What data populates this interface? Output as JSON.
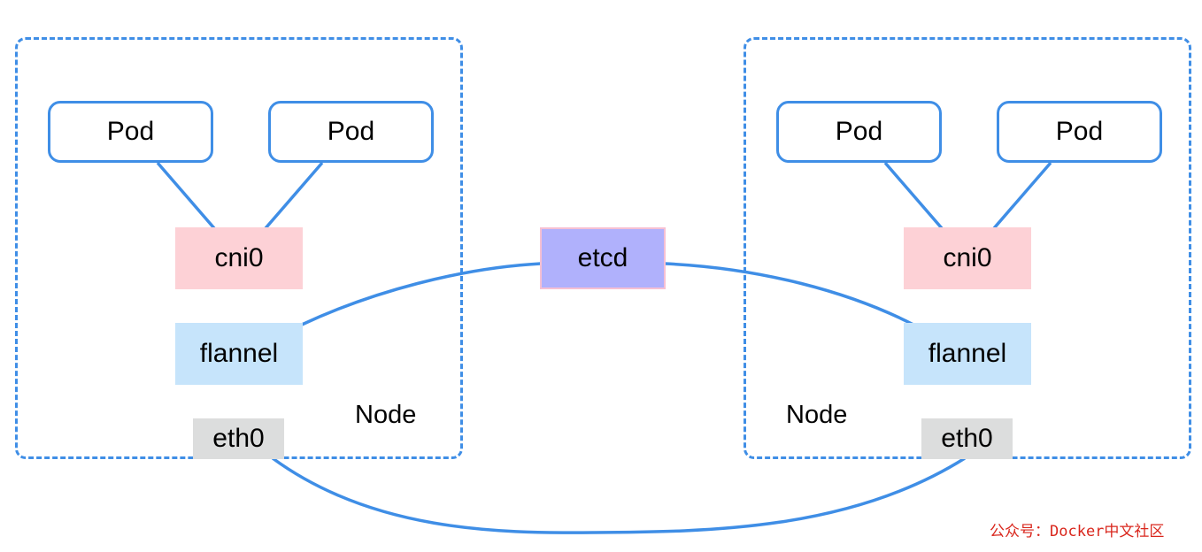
{
  "diagram": {
    "colors": {
      "stroke": "#3f8ee6",
      "cni": "#fdd1d6",
      "flannel": "#c6e4fb",
      "eth": "#dcdddd",
      "etcd": "#b0b1fc",
      "watermark": "#d9261c"
    },
    "left_node": {
      "label": "Node",
      "pods": [
        "Pod",
        "Pod"
      ],
      "cni": "cni0",
      "flannel": "flannel",
      "eth": "eth0"
    },
    "right_node": {
      "label": "Node",
      "pods": [
        "Pod",
        "Pod"
      ],
      "cni": "cni0",
      "flannel": "flannel",
      "eth": "eth0"
    },
    "etcd": "etcd",
    "watermark": "公众号：Docker中文社区"
  }
}
